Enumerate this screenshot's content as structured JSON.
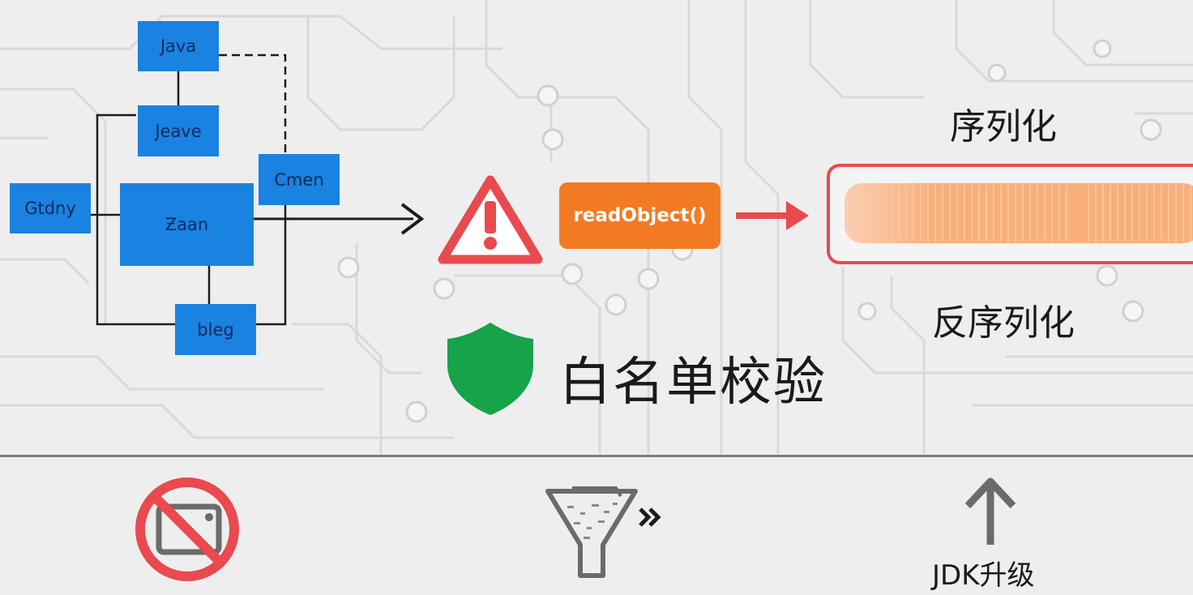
{
  "diagram": {
    "nodes": {
      "java": "Java",
      "jeave": "Jeave",
      "gtdny": "Gtdny",
      "zaan": "Ƶaan",
      "cmen": "Cmen",
      "bleg": "bleg"
    },
    "method": "readObject()",
    "serialize_label": "序列化",
    "deserialize_label": "反序列化",
    "whitelist_label": "白名单校验",
    "jdk_label": "JDK升级",
    "icons": {
      "warning": "warning-icon",
      "shield": "shield-icon",
      "prohibit": "no-entry-icon",
      "filter": "filter-funnel-icon",
      "upgrade": "arrow-up-icon"
    },
    "colors": {
      "node_blue": "#1a82e0",
      "method_orange": "#f27a23",
      "warning_red": "#e84a4f",
      "shield_green": "#16a34a",
      "stream_orange": "#f58634"
    }
  }
}
